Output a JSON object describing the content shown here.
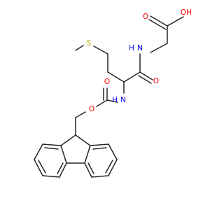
{
  "molecule": {
    "labels": {
      "hydroxyl": "OH",
      "acid_carbonyl_o": "O",
      "amide_nh": "N",
      "amide_nh_h": "H",
      "amide_o": "O",
      "sulfur": "S",
      "carbamate_nh": "N",
      "carbamate_nh_h": "H",
      "carbamate_carbonyl_o": "O",
      "carbamate_ester_o": "O"
    },
    "colors": {
      "bond": "#262626",
      "oxygen": "#ff0000",
      "nitrogen": "#0000ff",
      "sulfur": "#b2b200"
    }
  }
}
